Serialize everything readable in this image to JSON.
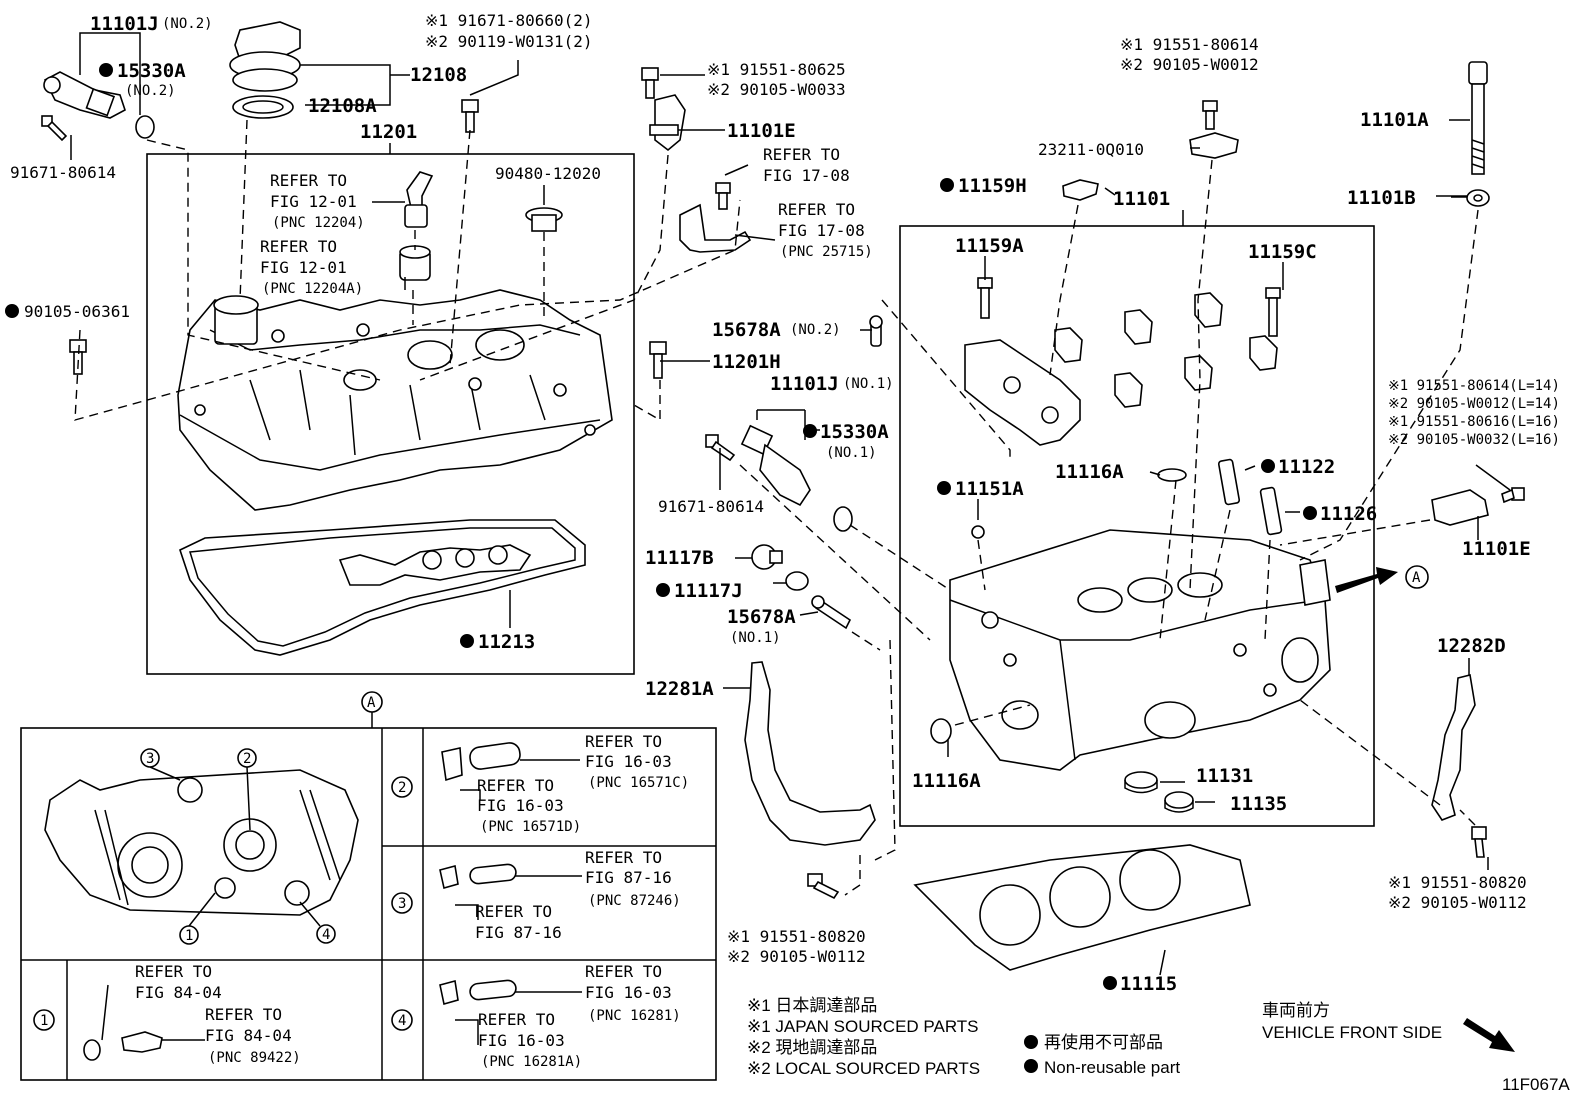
{
  "diagram_code": "11F067A",
  "labels": {
    "p11101J_no2": "11101J",
    "no2a": "(NO.2)",
    "p15330A_top": "15330A",
    "no2b": "(NO.2)",
    "p91671_top": "91671-80614",
    "p12108": "12108",
    "p12108A": "12108A",
    "p11201": "11201",
    "ref1a": "REFER TO",
    "ref1b": "FIG 12-01",
    "ref1c": "(PNC 12204)",
    "ref2a": "REFER TO",
    "ref2b": "FIG 12-01",
    "ref2c": "(PNC 12204A)",
    "p90480": "90480-12020",
    "p90105_06361": "90105-06361",
    "p11213": "11213",
    "bolt1a": "※1 91671-80660(2)",
    "bolt1b": "※2 90119-W0131(2)",
    "bolt2a": "※1 91551-80625",
    "bolt2b": "※2 90105-W0033",
    "p11101E_top": "11101E",
    "ref3a": "REFER TO",
    "ref3b": "FIG 17-08",
    "ref4a": "REFER TO",
    "ref4b": "FIG 17-08",
    "ref4c": "(PNC 25715)",
    "p15678A_no2": "15678A",
    "no2c": "(NO.2)",
    "p11201H": "11201H",
    "p11101J_no1": "11101J",
    "no1a": "(NO.1)",
    "p15330A_mid": "15330A",
    "no1b": "(NO.1)",
    "p91671_mid": "91671-80614",
    "p11117B": "11117B",
    "p11117J": "11117J",
    "p15678A_no1": "15678A",
    "no1c": "(NO.1)",
    "p12281A": "12281A",
    "bolt3a": "※1 91551-80820",
    "bolt3b": "※2 90105-W0112",
    "bolt4a": "※1 91551-80614",
    "bolt4b": "※2 90105-W0012",
    "p23211": "23211-0Q010",
    "p11159H": "11159H",
    "p11101": "11101",
    "p11159A": "11159A",
    "p11159C": "11159C",
    "p11101A": "11101A",
    "p11101B": "11101B",
    "bolt5a": "※1 91551-80614(L=14)",
    "bolt5b": "※2 90105-W0012(L=14)",
    "bolt5c": "※1 91551-80616(L=16)",
    "bolt5d": "※2 90105-W0032(L=16)",
    "p11101E_right": "11101E",
    "p11116A_top": "11116A",
    "p11122": "11122",
    "p11151A": "11151A",
    "p11126": "11126",
    "arrowA": "A",
    "p12282D": "12282D",
    "p11116A_bot": "11116A",
    "p11131": "11131",
    "p11135": "11135",
    "bolt6a": "※1 91551-80820",
    "bolt6b": "※2 90105-W0112",
    "p11115": "11115",
    "insetA": "A",
    "c1": "1",
    "c2": "2",
    "c3": "3",
    "c4": "4"
  },
  "inset_cells": {
    "r2a": "REFER TO",
    "r2b": "FIG 16-03",
    "r2c": "(PNC 16571C)",
    "r2d": "REFER TO",
    "r2e": "FIG 16-03",
    "r2f": "(PNC 16571D)",
    "r3a": "REFER TO",
    "r3b": "FIG 87-16",
    "r3c": "(PNC 87246)",
    "r3d": "REFER TO",
    "r3e": "FIG 87-16",
    "r1a": "REFER TO",
    "r1b": "FIG 84-04",
    "r1c": "REFER TO",
    "r1d": "FIG 84-04",
    "r1e": "(PNC 89422)",
    "r4a": "REFER TO",
    "r4b": "FIG 16-03",
    "r4c": "(PNC 16281)",
    "r4d": "REFER TO",
    "r4e": "FIG 16-03",
    "r4f": "(PNC 16281A)",
    "n1": "1",
    "n2": "2",
    "n3": "3",
    "n4": "4"
  },
  "legend": {
    "l1": "※1  日本調達部品",
    "l2": "※1  JAPAN SOURCED PARTS",
    "l3": "※2  現地調達部品",
    "l4": "※2  LOCAL SOURCED PARTS",
    "l5": "再使用不可部品",
    "l6": "Non-reusable part",
    "front_jp": "車両前方",
    "front_en": "VEHICLE FRONT SIDE"
  }
}
